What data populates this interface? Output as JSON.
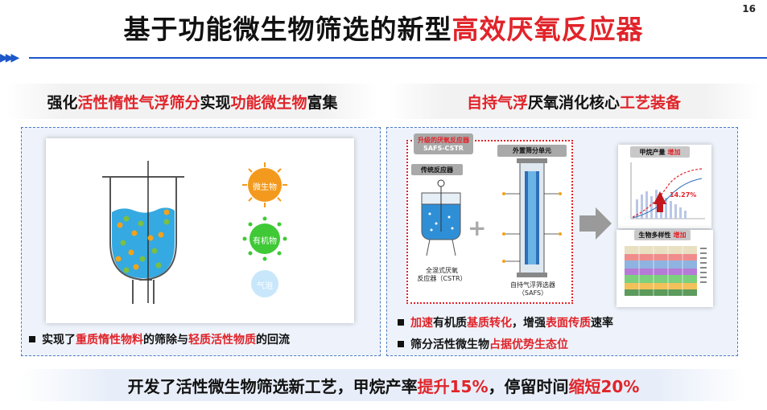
{
  "page_number": "16",
  "title": {
    "part1": "基于功能微生物筛选的新型",
    "part2": "高效厌氧反应器"
  },
  "left": {
    "heading": {
      "p1": "强化",
      "p2": "活性惰性气浮筛分",
      "p3": "实现",
      "p4": "功能微生物",
      "p5": "富集"
    },
    "labels": {
      "microbe": "微生物",
      "organic": "有机物",
      "bubble": "气泡"
    },
    "bullet": {
      "p1": "实现了",
      "p2": "重质惰性物料",
      "p3": "的筛除与",
      "p4": "轻质活性物质",
      "p5": "的回流"
    }
  },
  "right": {
    "heading": {
      "p1": "自持气浮",
      "p2": "厌氧消化核心",
      "p3": "工艺装备"
    },
    "upgraded_label": "升级的厌氧反应器",
    "safs_cstr": "SAFS-CSTR",
    "traditional_label": "传统反应器",
    "cstr_caption1": "全混式厌氧",
    "cstr_caption2": "反应器（CSTR）",
    "external_label": "外置筛分单元",
    "safs_caption1": "自持气浮筛选器",
    "safs_caption2": "（SAFS）",
    "methane": {
      "label": "甲烷产量",
      "tag": "增加",
      "pct": "14.27%"
    },
    "diversity": {
      "label": "生物多样性",
      "tag": "增加"
    },
    "bullet1": {
      "p1": "加速",
      "p2": "有机质",
      "p3": "基质转化",
      "p4": "，增强",
      "p5": "表面传质",
      "p6": "速率"
    },
    "bullet2": {
      "p1": "筛分活性微生物",
      "p2": "占据优势生态位"
    }
  },
  "banner": {
    "p1": "开发了活性微生物筛选新工艺，甲烷产率",
    "p2": "提升15%",
    "p3": "，停留时间",
    "p4": "缩短20%"
  }
}
